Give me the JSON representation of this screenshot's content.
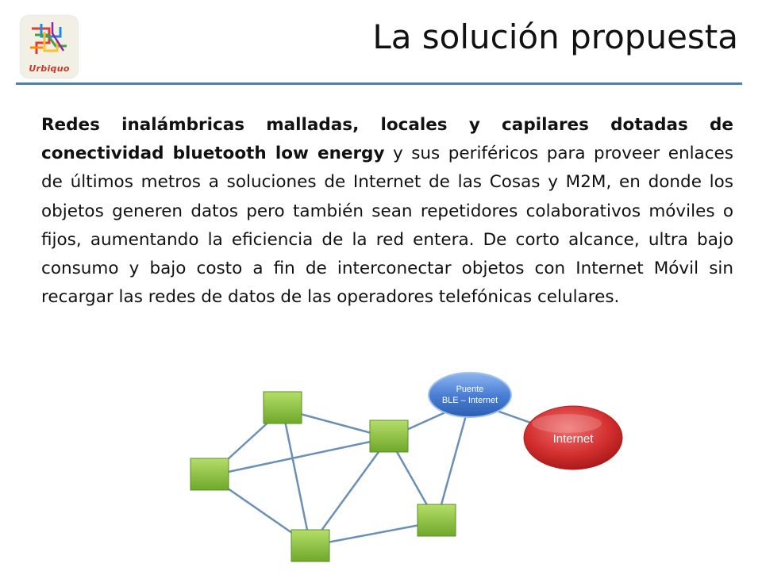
{
  "header": {
    "logo_text": "Urbiquo",
    "title": "La solución propuesta"
  },
  "content": {
    "bold_lead": "Redes inalámbricas malladas, locales y capilares dotadas de conectividad bluetooth low energy",
    "rest": " y sus periféricos para proveer enlaces de últimos metros a soluciones de Internet de las Cosas y M2M, en donde los objetos generen datos pero también sean repetidores colaborativos móviles o fijos, aumentando la eficiencia de la red entera. De corto alcance, ultra bajo consumo y bajo costo a fin de interconectar objetos con Internet Móvil sin recargar las redes de datos de las operadores telefónicas celulares."
  },
  "diagram": {
    "bridge_line1": "Puente",
    "bridge_line2": "BLE – Internet",
    "internet_label": "Internet",
    "colors": {
      "node": "#8cc63f",
      "bridge": "#4a7fd4",
      "internet": "#d32f2f",
      "link": "#6a8fb8"
    }
  }
}
